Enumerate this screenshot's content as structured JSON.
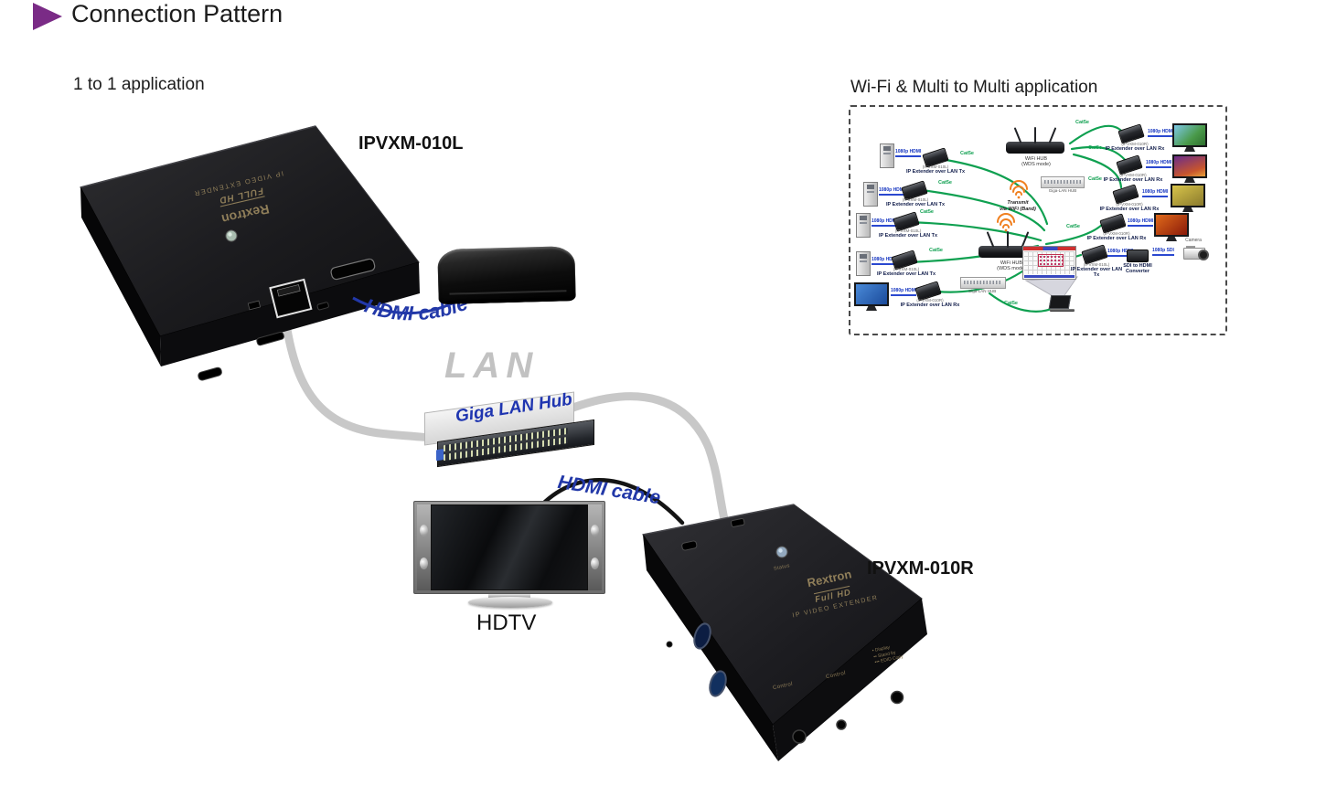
{
  "header": {
    "title": "Connection Pattern"
  },
  "one_to_one": {
    "heading": "1 to 1 application",
    "tx_label": "IPVXM-010L",
    "rx_label": "IPVXM-010R",
    "hdmi_cable_top": "HDMI cable",
    "hdmi_cable_bottom": "HDMI cable",
    "lan_label": "LAN",
    "hub_label": "Giga LAN Hub",
    "hdtv_label": "HDTV",
    "tx_device": {
      "brand": "Rextron",
      "line1": "FULL HD",
      "line2": "IP VIDEO EXTENDER"
    },
    "rx_device": {
      "brand": "Rextron",
      "line1": "Full HD",
      "line2": "IP VIDEO EXTENDER",
      "status": "Status",
      "control_ir": "Control",
      "control_serial": "Control",
      "edid1": "• Display",
      "edid2": "•• Stand by",
      "edid3": "••• EDID Copy"
    }
  },
  "wifi": {
    "heading": "Wi-Fi & Multi to Multi application",
    "router_top": {
      "name": "WiFi HUB",
      "mode": "(WDS mode)"
    },
    "router_bottom": {
      "name": "WiFi HUB",
      "mode": "(WDS mode)"
    },
    "hub_top": "Giga-LAN HUB",
    "hub_bottom": "Giga-LAN HUB",
    "transmit1": "Transmit",
    "transmit2": "via WiFi (Band)",
    "cat5e": "Cat5e",
    "hdmi_link": "1080p HDMI",
    "left_rows": [
      {
        "model": "(IPVXM-010L)",
        "name": "IP Extender over LAN Tx"
      },
      {
        "model": "(IPVXM-010L)",
        "name": "IP Extender over LAN Tx"
      },
      {
        "model": "(IPVXM-010L)",
        "name": "IP Extender over LAN Tx"
      },
      {
        "model": "(IPVXM-010L)",
        "name": "IP Extender over LAN Tx"
      },
      {
        "model": "(IPVXM-010R)",
        "name": "IP Extender over LAN Rx"
      }
    ],
    "right_rows": [
      {
        "model": "(IPVXM-010R)",
        "name": "IP Extender over LAN Rx"
      },
      {
        "model": "(IPVXM-010R)",
        "name": "IP Extender over LAN Rx"
      },
      {
        "model": "(IPVXM-010R)",
        "name": "IP Extender over LAN Rx"
      },
      {
        "model": "(IPVXM-010R)",
        "name": "IP Extender over LAN Rx"
      }
    ],
    "sdi_row": {
      "tx_model": "(IPVXM-010L)",
      "tx_name": "IP Extender over LAN Tx",
      "conv_name": "SDI to HDMI Converter",
      "sdi_link": "1080p SDI",
      "camera": "Camera"
    }
  }
}
